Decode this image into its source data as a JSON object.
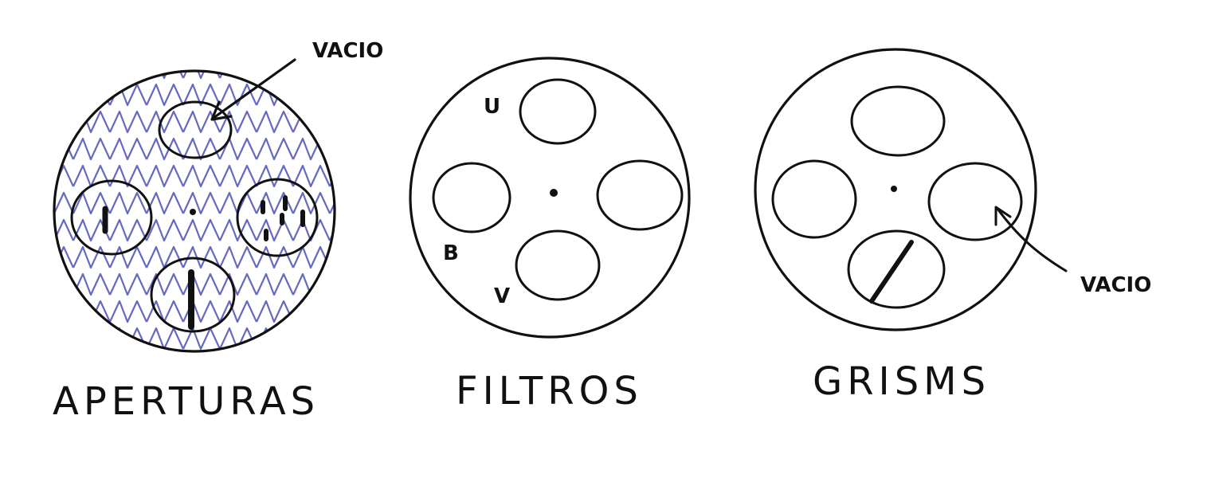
{
  "wheels": {
    "apertures": {
      "label": "APERTURAS",
      "empty_callout": "VACIO",
      "fill_color": "#4a4fb5"
    },
    "filters": {
      "label": "FILTROS",
      "slot_labels": {
        "u": "U",
        "b": "B",
        "v": "V"
      },
      "colors": {
        "u": "#1a1fc8",
        "b": "#2e8a2e",
        "v": "#e02a18"
      }
    },
    "grisms": {
      "label": "GRISMS",
      "empty_callout": "VACIO"
    }
  }
}
